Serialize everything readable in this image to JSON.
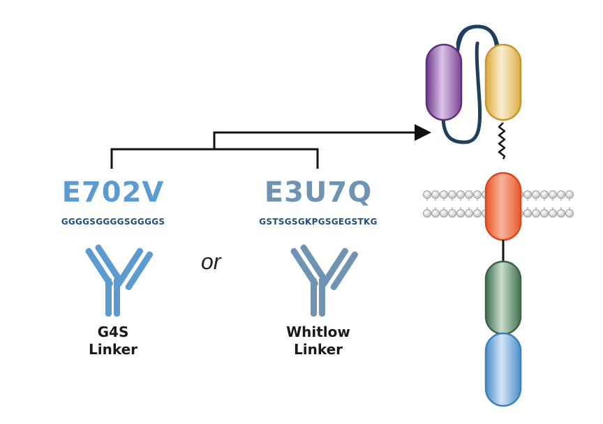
{
  "clones": [
    {
      "name": "E702V",
      "sequence": "GGGGSGGGGSGGGGS",
      "linker_line1": "G4S",
      "linker_line2": "Linker",
      "color": "#5b9bd0"
    },
    {
      "name": "E3U7Q",
      "sequence": "GSTSGSGKPGSGEGSTKG",
      "linker_line1": "Whitlow",
      "linker_line2": "Linker",
      "color": "#6f94b3"
    }
  ],
  "connector_text": "or",
  "colors": {
    "purple_domain": "#8a4fa3",
    "yellow_domain": "#e6c25b",
    "linker_loop": "#1f3f5f",
    "orange_domain": "#ef6a3a",
    "green_domain": "#4f7f5a",
    "blue_domain": "#5e9ed8",
    "lipid": "#c9c9c9",
    "arrow": "#111111"
  }
}
